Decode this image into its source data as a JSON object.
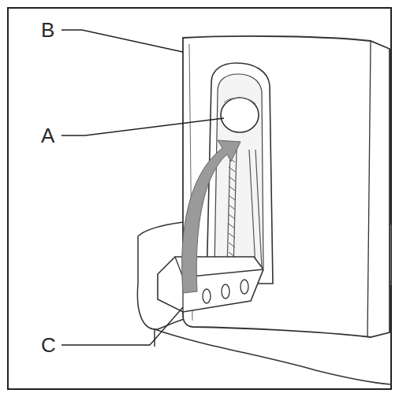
{
  "diagram": {
    "labels": [
      "B",
      "A",
      "C"
    ]
  }
}
